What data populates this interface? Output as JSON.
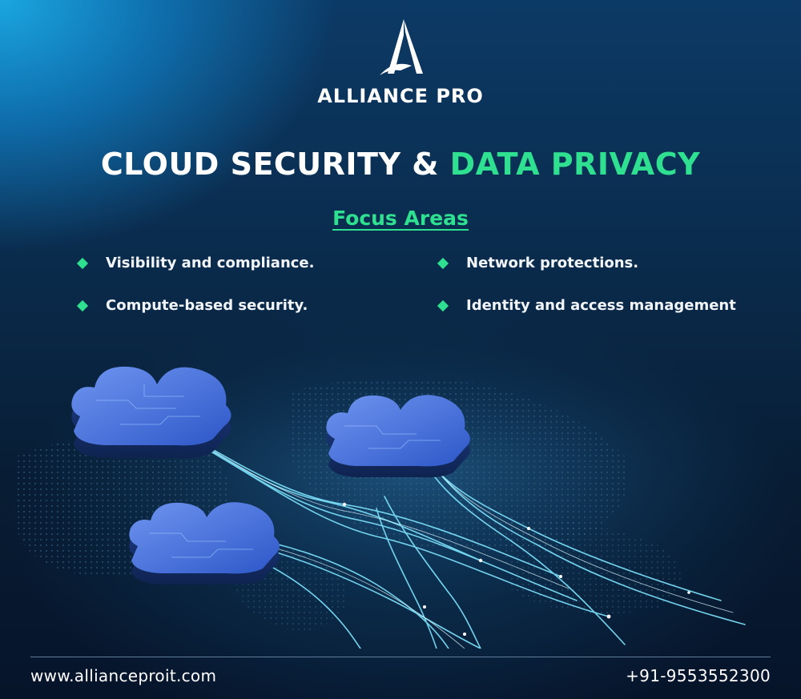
{
  "brand": {
    "name": "ALLIANCE PRO"
  },
  "headline": {
    "part1": "CLOUD SECURITY &",
    "part2": "DATA PRIVACY"
  },
  "subhead": "Focus Areas",
  "focus_areas": [
    "Visibility and compliance.",
    "Network protections.",
    "Compute-based security.",
    "Identity and access management"
  ],
  "footer": {
    "website": "www.allianceproit.com",
    "phone": "+91-9553552300"
  },
  "colors": {
    "accent_green": "#2ee08f",
    "background_navy": "#0a2a4a",
    "cloud_blue": "#3f6fe0"
  },
  "icons": {
    "bullet": "diamond-icon",
    "logo": "alliance-pro-logo-mark"
  }
}
